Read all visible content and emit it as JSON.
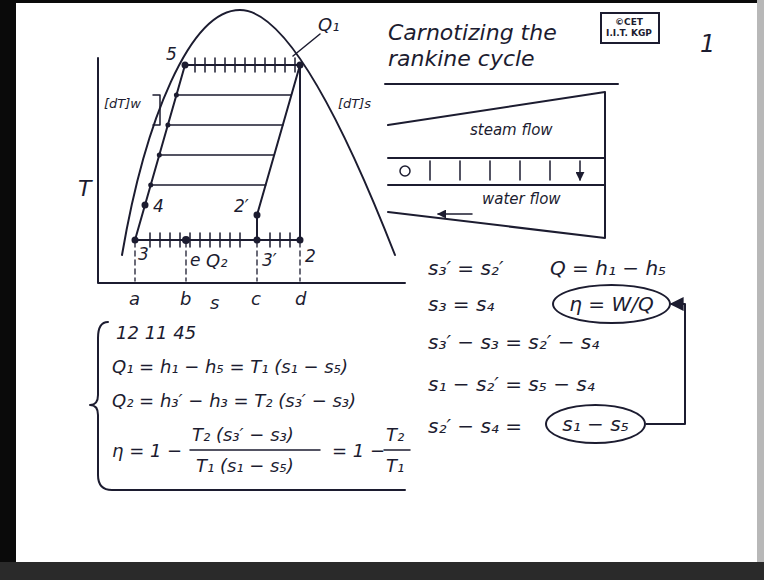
{
  "diagram": {
    "nodes": [
      {
        "text": [
          "©CET I.I.T. KGP"
        ]
      },
      {
        "text": [
          "η = W/Q"
        ]
      },
      {
        "text": [
          "s₁ − s₅"
        ]
      }
    ],
    "edges": [
      {
        "from": 2,
        "to": 1,
        "arrow": "to"
      }
    ],
    "labels": [
      "1",
      "Carnotizing the rankine cycle",
      "Q₁",
      "Q₂",
      "T",
      "s",
      "a",
      "b",
      "c",
      "d",
      "5",
      "4",
      "3",
      "e",
      "2′",
      "3′",
      "2",
      "[dT]w",
      "[dT]s",
      "steam flow",
      "water flow",
      "s₃′ = s₂′",
      "Q = h₁ − h₅",
      "s₃ = s₄",
      "s₃′ − s₃ = s₂′ − s₄",
      "s₁ − s₂′ = s₅ − s₄",
      "s₂′ − s₄ =",
      "12 11 45",
      "Q₁ = h₁ − h₅ = T₁ (s₁ − s₅)",
      "Q₂ = h₃′ − h₃ = T₂ (s₃′ − s₃)",
      "η = 1 −",
      "T₂ (s₃′ − s₃)",
      "T₁ (s₁ − s₅)",
      "= 1 −",
      "T₂",
      "T₁"
    ]
  }
}
